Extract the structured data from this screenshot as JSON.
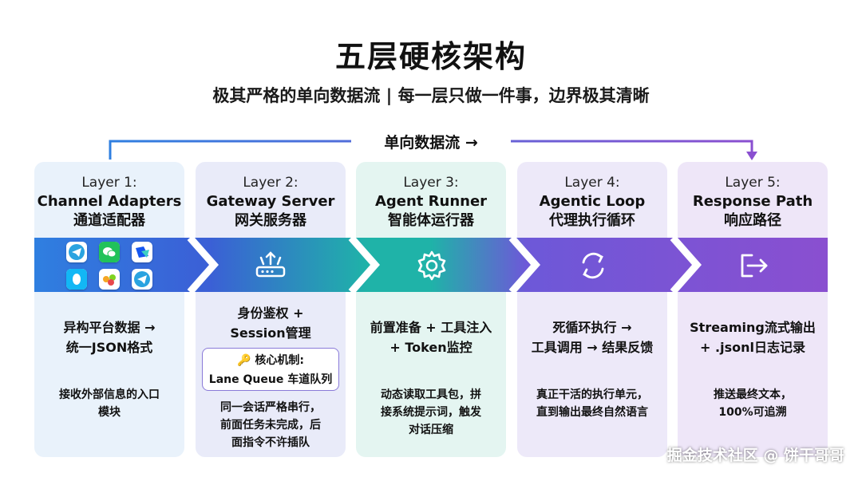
{
  "header": {
    "title": "五层硬核架构",
    "subtitle": "极其严格的单向数据流 | 每一层只做一件事，边界极其清晰"
  },
  "flow": {
    "label": "单向数据流 →"
  },
  "layers": [
    {
      "layer": "Layer 1:",
      "name_en": "Channel Adapters",
      "name_zh": "通道适配器",
      "icon": "chat-app-icons",
      "desc_lines": [
        "异构平台数据 →",
        "统一JSON格式"
      ],
      "note_lines": [
        "接收外部信息的入口",
        "模块"
      ]
    },
    {
      "layer": "Layer 2:",
      "name_en": "Gateway Server",
      "name_zh": "网关服务器",
      "icon": "router-icon",
      "desc_lines": [
        "身份鉴权 +",
        "Session管理"
      ],
      "mechanism": {
        "title": "🔑 核心机制:",
        "body": "Lane Queue 车道队列"
      },
      "note_lines": [
        "同一会话严格串行，",
        "前面任务未完成，后",
        "面指令不许插队"
      ]
    },
    {
      "layer": "Layer 3:",
      "name_en": "Agent Runner",
      "name_zh": "智能体运行器",
      "icon": "gear-icon",
      "desc_lines": [
        "前置准备 + 工具注入",
        "+ Token监控"
      ],
      "note_lines": [
        "动态读取工具包，拼",
        "接系统提示词，触发",
        "对话压缩"
      ]
    },
    {
      "layer": "Layer 4:",
      "name_en": "Agentic Loop",
      "name_zh": "代理执行循环",
      "icon": "loop-arrows-icon",
      "desc_lines": [
        "死循环执行 →",
        "工具调用 → 结果反馈"
      ],
      "note_lines": [
        "真正干活的执行单元，",
        "直到输出最终自然语言"
      ]
    },
    {
      "layer": "Layer 5:",
      "name_en": "Response Path",
      "name_zh": "响应路径",
      "icon": "exit-arrow-icon",
      "desc_lines": [
        "Streaming流式输出",
        "+ .jsonl日志记录"
      ],
      "note_lines": [
        "推送最终文本，",
        "100%可追溯"
      ]
    }
  ],
  "watermark": "掘金技术社区 @ 饼干哥哥",
  "colors": {
    "card_bg": [
      "#e9f2fb",
      "#e9ebf9",
      "#e4f5f1",
      "#ede9f9",
      "#eee6f8"
    ],
    "band": [
      "#2f7fe0",
      "#3b5fd6",
      "#1fb3a8",
      "#6d58d8",
      "#8a4fd0"
    ]
  }
}
